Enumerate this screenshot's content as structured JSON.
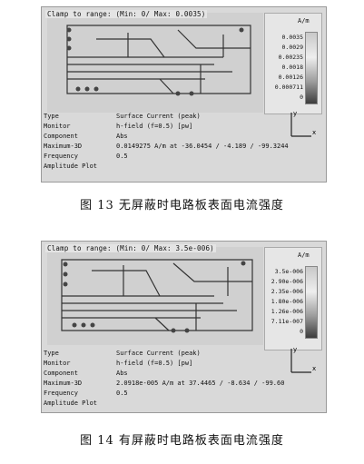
{
  "figures": [
    {
      "clamp_text": "Clamp to range: (Min: 0/ Max: 0.0035)",
      "unit": "A/m",
      "colorbar_values": [
        "0.0035",
        "0.0029",
        "0.00235",
        "0.0018",
        "0.00126",
        "0.000711",
        "0"
      ],
      "info": [
        {
          "key": "Type",
          "value": "Surface Current (peak)"
        },
        {
          "key": "Monitor",
          "value": "h-field (f=0.5) [pw]"
        },
        {
          "key": "Component",
          "value": "Abs"
        },
        {
          "key": "Maximum-3D",
          "value": "0.0149275 A/m at -36.0454 / -4.189 / -99.3244"
        },
        {
          "key": "Frequency",
          "value": "0.5"
        },
        {
          "key": "Amplitude Plot",
          "value": ""
        }
      ],
      "axis_labels": {
        "y": "y",
        "x": "x"
      },
      "caption": "图 13    无屏蔽时电路板表面电流强度"
    },
    {
      "clamp_text": "Clamp to range: (Min: 0/ Max: 3.5e-006)",
      "unit": "A/m",
      "colorbar_values": [
        "3.5e-006",
        "2.90e-006",
        "2.35e-006",
        "1.80e-006",
        "1.26e-006",
        "7.11e-007",
        "0"
      ],
      "info": [
        {
          "key": "Type",
          "value": "Surface Current (peak)"
        },
        {
          "key": "Monitor",
          "value": "h-field (f=0.5) [pw]"
        },
        {
          "key": "Component",
          "value": "Abs"
        },
        {
          "key": "Maximum-3D",
          "value": "2.0918e-005 A/m at 37.4465 / -8.634 / -99.60"
        },
        {
          "key": "Frequency",
          "value": "0.5"
        },
        {
          "key": "Amplitude Plot",
          "value": ""
        }
      ],
      "axis_labels": {
        "y": "y",
        "x": "x"
      },
      "caption": "图 14    有屏蔽时电路板表面电流强度"
    }
  ]
}
